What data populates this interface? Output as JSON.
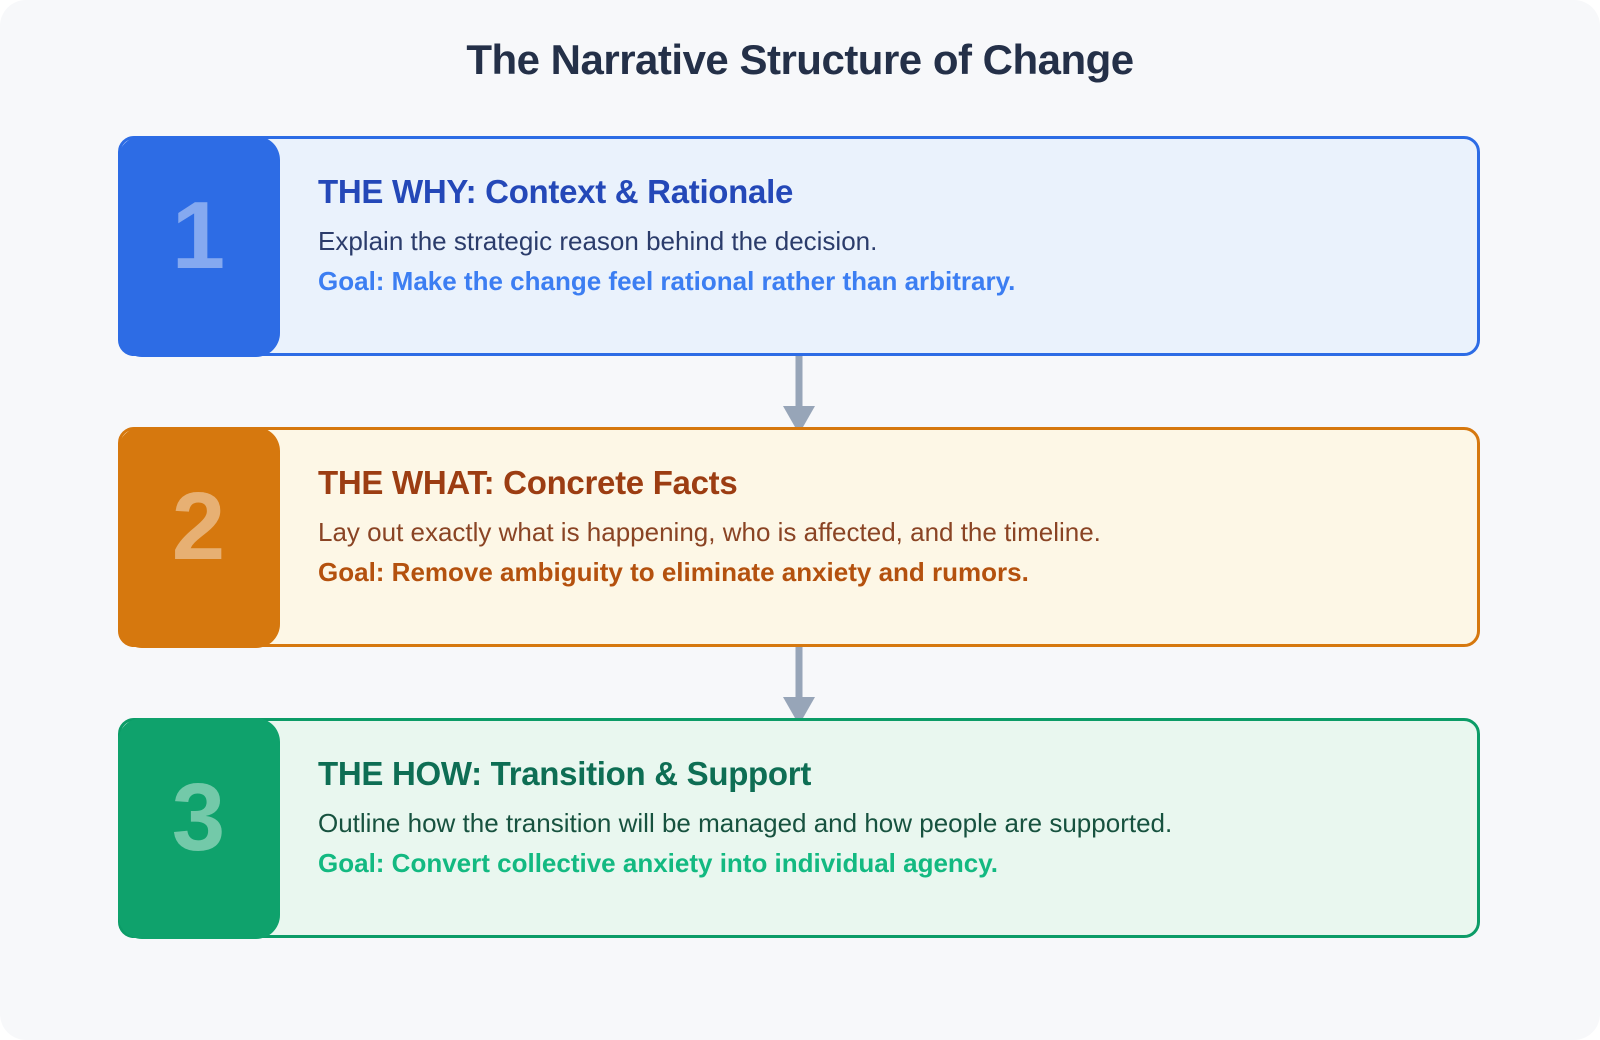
{
  "page": {
    "title": "The Narrative Structure of Change"
  },
  "arrow_color": "#97a5b8",
  "background_color": "#f7f8fa",
  "title_color": "#243048",
  "steps": [
    {
      "number": "1",
      "title": "THE WHY: Context & Rationale",
      "description": "Explain the strategic reason behind the decision.",
      "goal": "Goal: Make the change feel rational rather than arbitrary.",
      "colors": {
        "block": "#2d6ce5",
        "bg": "#eaf2fc",
        "border": "#2d6ce5",
        "title": "#2448b8",
        "desc": "#2b3c6b",
        "goal": "#3c7ef2"
      }
    },
    {
      "number": "2",
      "title": "THE WHAT: Concrete Facts",
      "description": "Lay out exactly what is happening, who is affected, and the timeline.",
      "goal": "Goal: Remove ambiguity to eliminate anxiety and rumors.",
      "colors": {
        "block": "#d6780e",
        "bg": "#fdf7e6",
        "border": "#d6780e",
        "title": "#9c3d12",
        "desc": "#8a4424",
        "goal": "#b4510e"
      }
    },
    {
      "number": "3",
      "title": "THE HOW: Transition & Support",
      "description": "Outline how the transition will be managed and how people are supported.",
      "goal": "Goal: Convert collective anxiety into individual agency.",
      "colors": {
        "block": "#0fa26c",
        "bg": "#e9f7ef",
        "border": "#0c9c67",
        "title": "#0e6e54",
        "desc": "#17523f",
        "goal": "#13b981"
      }
    }
  ]
}
